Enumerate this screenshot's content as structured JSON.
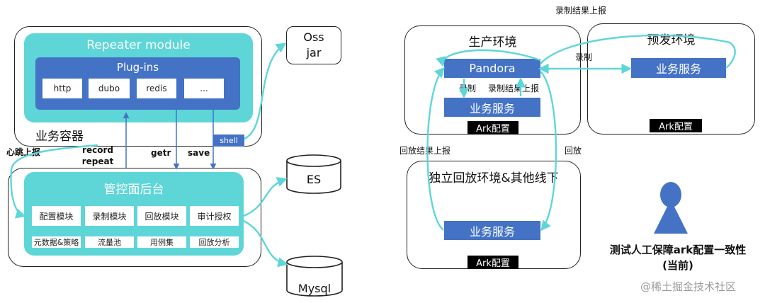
{
  "left": {
    "container_label": "业务容器",
    "repeater_title": "Repeater module",
    "plugins_title": "Plug-ins",
    "plugins": [
      "http",
      "dubo",
      "redis",
      "..."
    ],
    "shell_label": "shell",
    "backend_title": "管控面后台",
    "backend_modules": [
      "配置模块",
      "录制模块",
      "回放模块",
      "审计授权"
    ],
    "backend_data": [
      "元数据&策略",
      "流量池",
      "用例集",
      "回放分析"
    ],
    "heartbeat_label": "心跳上报",
    "record_label": "record",
    "repeat_label": "repeat",
    "getr_label": "getr",
    "save_label": "save",
    "oss_label": "Oss",
    "jar_label": "jar",
    "es_label": "ES",
    "mysql_label": "Mysql"
  },
  "right": {
    "top_label": "录制结果上报",
    "prod_title": "生产环境",
    "pandora_label": "Pandora",
    "prod_record_label": "录制",
    "prod_record_report_label": "录制结果上报",
    "prod_service_label": "业务服务",
    "prod_ark_label": "Ark配置",
    "pre_title": "预发环境",
    "pre_record_label": "录制",
    "pre_service_label": "业务服务",
    "pre_ark_label": "Ark配置",
    "replay_report_label": "回放结果上报",
    "replay_label": "回放",
    "indep_title": "独立回放环境&其他线下",
    "indep_service_label": "业务服务",
    "indep_ark_label": "Ark配置",
    "tester_caption_line1": "测试人工保障ark配置一致性",
    "tester_caption_line2": "(当前)",
    "watermark": "@稀土掘金技术社区"
  },
  "colors": {
    "teal": "#5ed6d8",
    "blue": "#4472c4",
    "arrow": "#5ed6d8",
    "arrow_blue": "#4472c4"
  }
}
